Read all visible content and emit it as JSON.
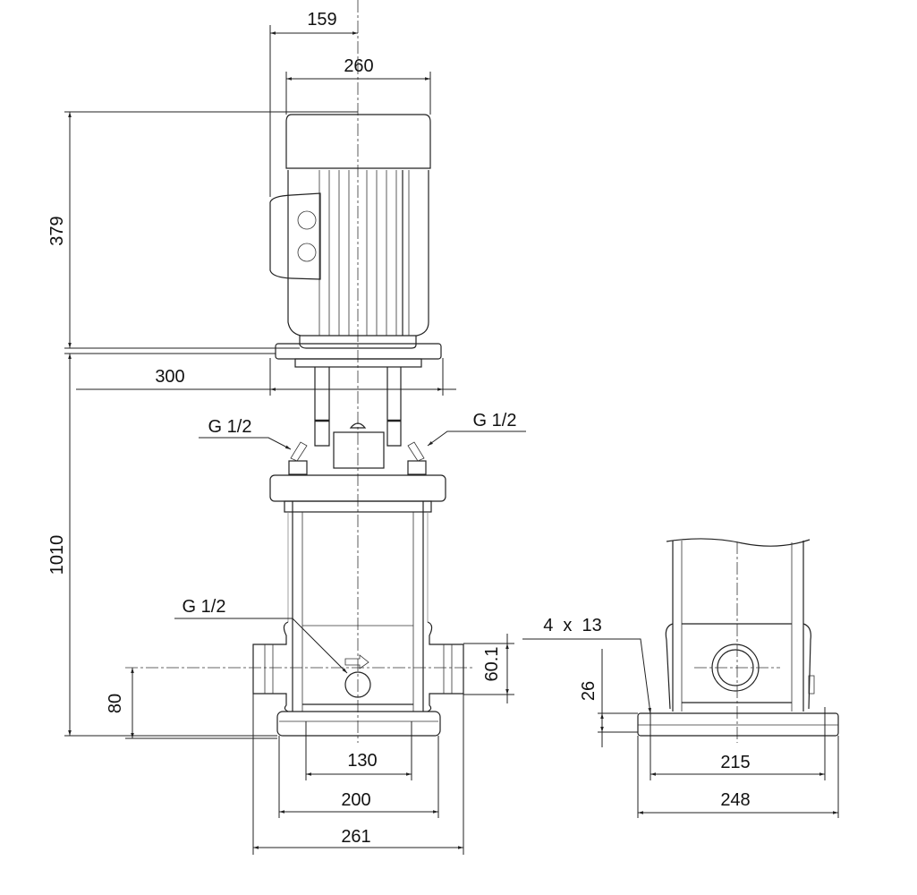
{
  "drawing": {
    "front_view": {
      "dimensions": {
        "terminal_box_offset": "159",
        "motor_width": "260",
        "motor_height": "379",
        "flange_width": "300",
        "pump_height": "1010",
        "port_height": "80",
        "port_diameter": "60.1",
        "base_inner": "130",
        "base_middle": "200",
        "port_to_port": "261"
      },
      "labels": {
        "vent_left": "G 1/2",
        "vent_right": "G 1/2",
        "drain": "G 1/2"
      }
    },
    "side_view": {
      "dimensions": {
        "holes": "4  x  13",
        "base_thickness": "26",
        "hole_spacing": "215",
        "base_width": "248"
      }
    }
  }
}
